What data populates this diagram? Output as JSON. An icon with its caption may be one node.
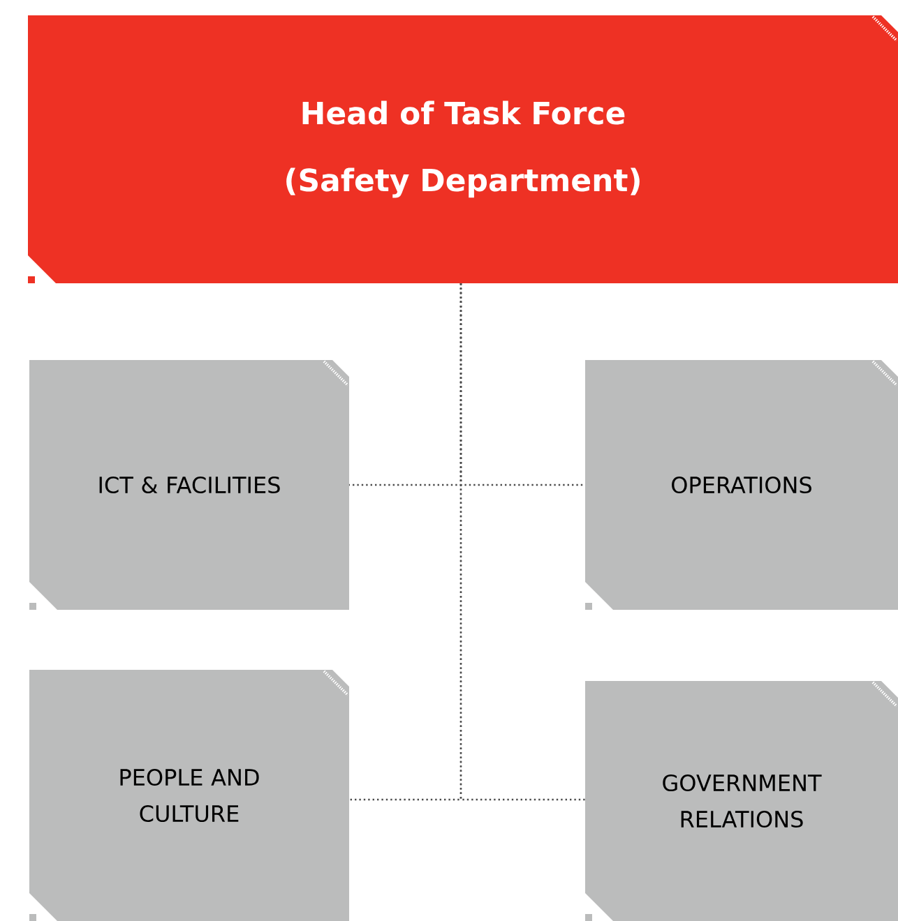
{
  "diagram": {
    "nodes": [
      {
        "text": [
          "Head of Task Force (Safety Department)"
        ]
      },
      {
        "text": [
          "ICT & FACILITIES"
        ]
      },
      {
        "text": [
          "OPERATIONS"
        ]
      },
      {
        "text": [
          "PEOPLE AND CULTURE"
        ]
      },
      {
        "text": [
          "GOVERNMENT RELATIONS"
        ]
      }
    ],
    "edges": [
      {
        "from": 0,
        "to": 1,
        "arrow": "none",
        "style": "dashed"
      },
      {
        "from": 0,
        "to": 2,
        "arrow": "none",
        "style": "dashed"
      },
      {
        "from": 0,
        "to": 3,
        "arrow": "none",
        "style": "dashed"
      },
      {
        "from": 0,
        "to": 4,
        "arrow": "none",
        "style": "dashed"
      }
    ]
  }
}
